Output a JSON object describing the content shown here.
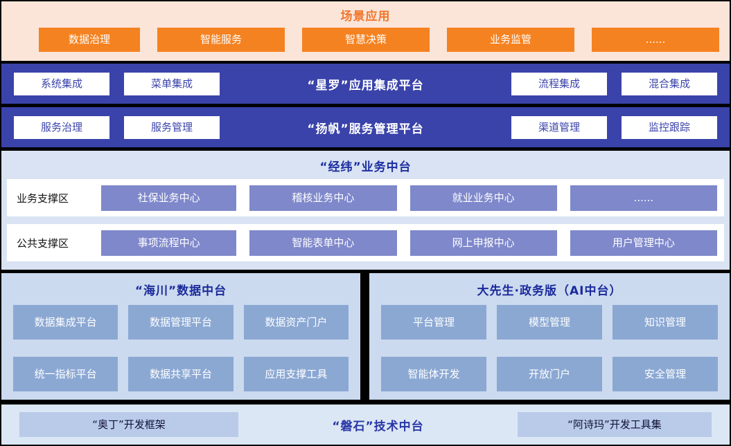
{
  "colors": {
    "background": "#000000",
    "scene_bg": "#fbe5d9",
    "scene_title": "#f0762b",
    "scene_button": "#f58220",
    "indigo_bar": "#3a43aa",
    "jingwei_bg": "#d9e3f3",
    "jingwei_button": "#7f88cb",
    "panel_bg": "#cbdaee",
    "panel_button": "#8ba8d3",
    "panshi_bg": "#dce7f5",
    "panshi_button": "#b9cbe8",
    "dark_blue_title": "#1c2da0"
  },
  "scene_apps": {
    "title": "场景应用",
    "items": [
      "数据治理",
      "智能服务",
      "智慧决策",
      "业务监管",
      "......"
    ]
  },
  "xingluo": {
    "title": "“星罗”应用集成平台",
    "left_items": [
      "系统集成",
      "菜单集成"
    ],
    "right_items": [
      "流程集成",
      "混合集成"
    ]
  },
  "yangfan": {
    "title": "“扬帆”服务管理平台",
    "left_items": [
      "服务治理",
      "服务管理"
    ],
    "right_items": [
      "渠道管理",
      "监控跟踪"
    ]
  },
  "jingwei": {
    "title": "“经纬”业务中台",
    "rows": [
      {
        "label": "业务支撑区",
        "items": [
          "社保业务中心",
          "稽核业务中心",
          "就业业务中心",
          "......"
        ]
      },
      {
        "label": "公共支撑区",
        "items": [
          "事项流程中心",
          "智能表单中心",
          "网上申报中心",
          "用户管理中心"
        ]
      }
    ]
  },
  "haichuan": {
    "title": "“海川”数据中台",
    "items": [
      "数据集成平台",
      "数据管理平台",
      "数据资产门户",
      "统一指标平台",
      "数据共享平台",
      "应用支撑工具"
    ]
  },
  "ai_platform": {
    "title": "大先生·政务版（AI中台）",
    "items": [
      "平台管理",
      "模型管理",
      "知识管理",
      "智能体开发",
      "开放门户",
      "安全管理"
    ]
  },
  "panshi": {
    "title": "“磐石”技术中台",
    "left_item": "“奥丁”开发框架",
    "right_item": "“阿诗玛”开发工具集"
  }
}
